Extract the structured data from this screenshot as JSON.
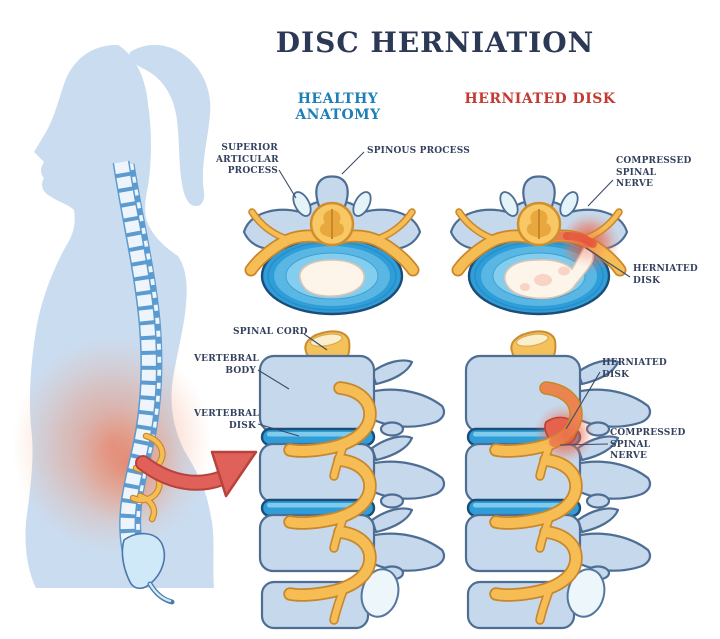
{
  "title": "DISC HERNIATION",
  "columns": {
    "left": "HEALTHY ANATOMY",
    "right": "HERNIATED DISK"
  },
  "labels": {
    "superior_articular_process": "SUPERIOR ARTICULAR PROCESS",
    "spinous_process": "SPINOUS PROCESS",
    "compressed_spinal_nerve_top": "COMPRESSED SPINAL NERVE",
    "herniated_disk_top": "HERNIATED DISK",
    "spinal_cord": "SPINAL CORD",
    "vertebral_body": "VERTEBRAL BODY",
    "vertebral_disk": "VERTEBRAL DISK",
    "herniated_disk_side": "HERNIATED DISK",
    "compressed_spinal_nerve_side": "COMPRESSED SPINAL NERVE"
  },
  "colors": {
    "title_navy": "#2c3956",
    "label_navy": "#33415e",
    "healthy_blue": "#1c7fb8",
    "herniated_red": "#c23a31",
    "silhouette_blue": "#cadcf0",
    "bone_fill": "#c6d8ec",
    "bone_outline": "#4d6d93",
    "disc_blue": "#2f9ed8",
    "nerve_yellow": "#f6bd55",
    "nerve_outline": "#c8872b",
    "inflamed_red": "#e4604e",
    "pain_glow": "#ef7a5c",
    "arrow_red": "#e0605a",
    "nucleus_cream": "#fdf4ea"
  }
}
